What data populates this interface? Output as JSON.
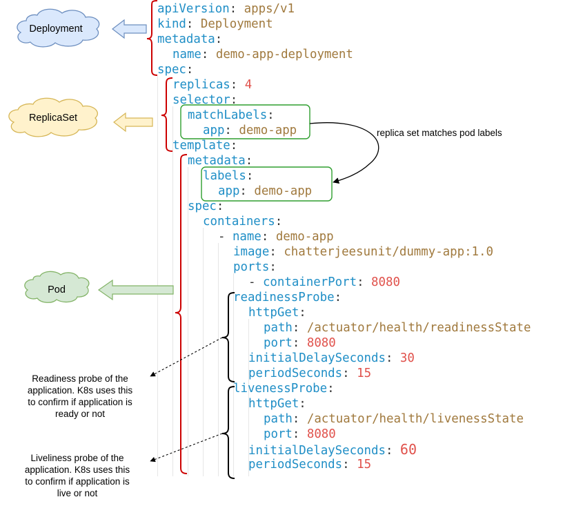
{
  "clouds": {
    "deployment": "Deployment",
    "replicaset": "ReplicaSet",
    "pod": "Pod"
  },
  "yaml": [
    {
      "id": "apiVersion",
      "indent": 0,
      "key": "apiVersion",
      "val": "apps/v1",
      "kind": "str"
    },
    {
      "id": "kind",
      "indent": 0,
      "key": "kind",
      "val": "Deployment",
      "kind": "str"
    },
    {
      "id": "metadata",
      "indent": 0,
      "key": "metadata",
      "val": "",
      "kind": "none"
    },
    {
      "id": "metadata-name",
      "indent": 1,
      "key": "name",
      "val": "demo-app-deployment",
      "kind": "str"
    },
    {
      "id": "spec",
      "indent": 0,
      "key": "spec",
      "val": "",
      "kind": "none"
    },
    {
      "id": "replicas",
      "indent": 1,
      "key": "replicas",
      "val": "4",
      "kind": "num"
    },
    {
      "id": "selector",
      "indent": 1,
      "key": "selector",
      "val": "",
      "kind": "none"
    },
    {
      "id": "matchLabels",
      "indent": 2,
      "key": "matchLabels",
      "val": "",
      "kind": "none"
    },
    {
      "id": "matchLabels-app",
      "indent": 3,
      "key": "app",
      "val": "demo-app",
      "kind": "str"
    },
    {
      "id": "template",
      "indent": 1,
      "key": "template",
      "val": "",
      "kind": "none"
    },
    {
      "id": "template-metadata",
      "indent": 2,
      "key": "metadata",
      "val": "",
      "kind": "none"
    },
    {
      "id": "labels",
      "indent": 3,
      "key": "labels",
      "val": "",
      "kind": "none"
    },
    {
      "id": "labels-app",
      "indent": 4,
      "key": "app",
      "val": "demo-app",
      "kind": "str"
    },
    {
      "id": "template-spec",
      "indent": 2,
      "key": "spec",
      "val": "",
      "kind": "none"
    },
    {
      "id": "containers",
      "indent": 3,
      "key": "containers",
      "val": "",
      "kind": "none"
    },
    {
      "id": "container-name",
      "indent": 4,
      "dash": true,
      "key": "name",
      "val": "demo-app",
      "kind": "str"
    },
    {
      "id": "image",
      "indent": 5,
      "key": "image",
      "val": "chatterjeesunit/dummy-app:1.0",
      "kind": "str"
    },
    {
      "id": "ports",
      "indent": 5,
      "key": "ports",
      "val": "",
      "kind": "none"
    },
    {
      "id": "containerPort",
      "indent": 6,
      "dash": true,
      "key": "containerPort",
      "val": "8080",
      "kind": "num"
    },
    {
      "id": "readinessProbe",
      "indent": 5,
      "key": "readinessProbe",
      "val": "",
      "kind": "none"
    },
    {
      "id": "readiness-httpGet",
      "indent": 6,
      "key": "httpGet",
      "val": "",
      "kind": "none"
    },
    {
      "id": "readiness-path",
      "indent": 7,
      "key": "path",
      "val": "/actuator/health/readinessState",
      "kind": "str"
    },
    {
      "id": "readiness-port",
      "indent": 7,
      "key": "port",
      "val": "8080",
      "kind": "num"
    },
    {
      "id": "readiness-initialDelay",
      "indent": 6,
      "key": "initialDelaySeconds",
      "val": "30",
      "kind": "num"
    },
    {
      "id": "readiness-period",
      "indent": 6,
      "key": "periodSeconds",
      "val": "15",
      "kind": "num"
    },
    {
      "id": "livenessProbe",
      "indent": 5,
      "key": "livenessProbe",
      "val": "",
      "kind": "none"
    },
    {
      "id": "liveness-httpGet",
      "indent": 6,
      "key": "httpGet",
      "val": "",
      "kind": "none"
    },
    {
      "id": "liveness-path",
      "indent": 7,
      "key": "path",
      "val": "/actuator/health/livenessState",
      "kind": "str"
    },
    {
      "id": "liveness-port",
      "indent": 7,
      "key": "port",
      "val": "8080",
      "kind": "num"
    },
    {
      "id": "liveness-initialDelay",
      "indent": 6,
      "key": "initialDelaySeconds",
      "val": "60",
      "kind": "num"
    },
    {
      "id": "liveness-period",
      "indent": 6,
      "key": "periodSeconds",
      "val": "15",
      "kind": "num"
    }
  ],
  "annotations": {
    "replica_match": "replica set matches pod labels",
    "readiness_note": [
      "Readiness probe of the",
      "application. K8s uses this",
      "to confirm if application is",
      "ready or not"
    ],
    "liveness_note": [
      "Liveliness probe of the",
      "application. K8s uses this",
      "to confirm if application is",
      "live or not"
    ]
  },
  "colors": {
    "key": "#1f8ec6",
    "string": "#a0793d",
    "number": "#e0514b",
    "bracket_red": "#cc0000",
    "green_box": "#2e9e2e",
    "deployment_cloud": "#dae8fc",
    "deployment_stroke": "#6c8ebf",
    "replicaset_cloud": "#fff2cc",
    "replicaset_stroke": "#d6b656",
    "pod_cloud": "#d5e8d4",
    "pod_stroke": "#82b366"
  }
}
